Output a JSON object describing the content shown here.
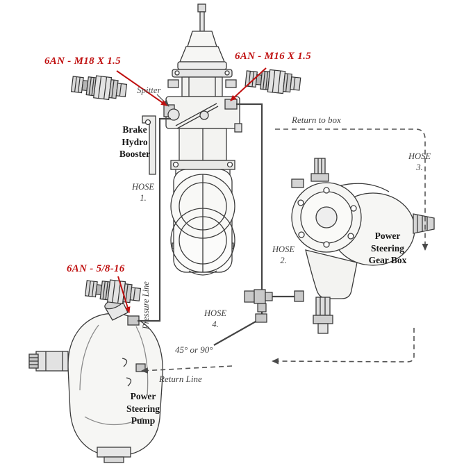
{
  "diagram": {
    "background": "#ffffff",
    "colors": {
      "line_art": "#3a3a3a",
      "hose_line": "#444444",
      "dashed_line": "#555555",
      "annotation_red": "#c01010",
      "label_text": "#3f3f3f"
    },
    "fitting_labels": {
      "m18": "6AN - M18 X 1.5",
      "m16": "6AN - M16 X 1.5",
      "pump_thread": "6AN - 5/8-16"
    },
    "component_labels": {
      "splitter": "Spitter",
      "brake_hydro_booster": "Brake\nHydro\nBooster",
      "power_steering_gear_box": "Power\nSteering\nGear Box",
      "power_steering_pump": "Power\nSteering\nPump"
    },
    "hose_labels": {
      "hose1": "HOSE\n1.",
      "hose2": "HOSE\n2.",
      "hose3": "HOSE\n3.",
      "hose4": "HOSE\n4."
    },
    "line_labels": {
      "return_to_box": "Return to box",
      "pressure_line": "Pressure Line",
      "elbow_angle": "45° or 90°",
      "return_line": "Return Line"
    }
  }
}
